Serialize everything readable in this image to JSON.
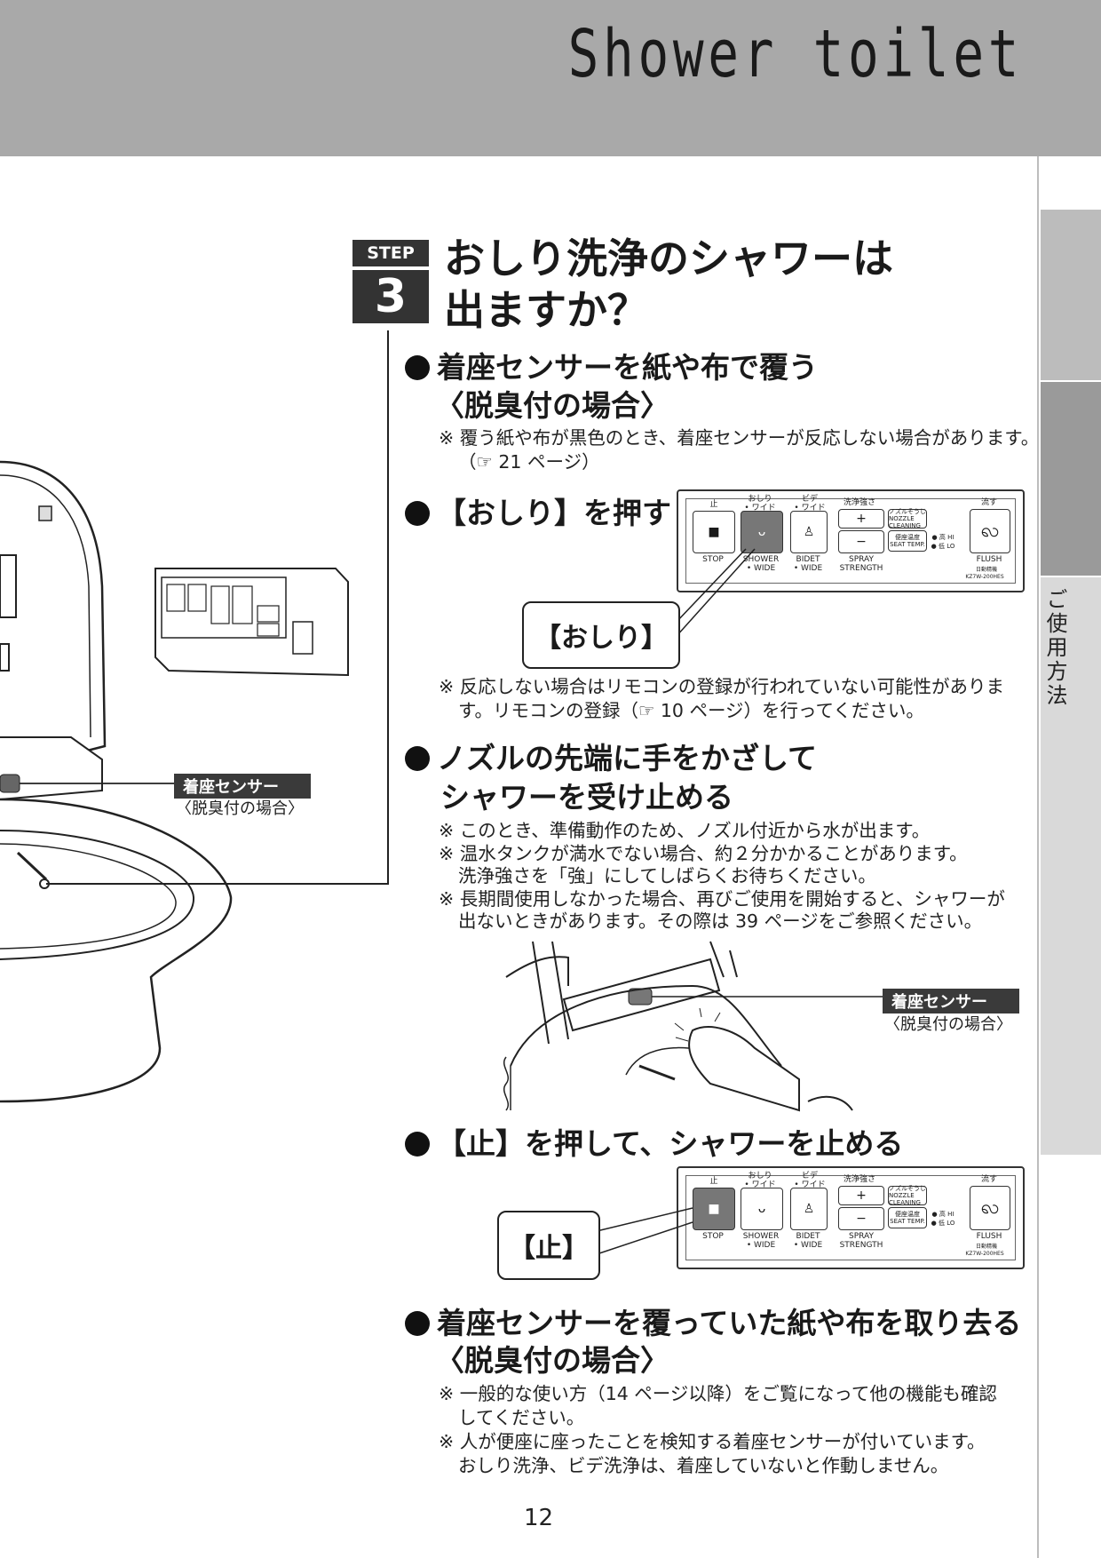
{
  "header": {
    "brand": "Shower toilet"
  },
  "sidebar": {
    "label": "ご使用方法"
  },
  "step": {
    "label": "STEP",
    "number": "3"
  },
  "title": {
    "line1": "おしり洗浄のシャワーは",
    "line2": "出ますか？"
  },
  "sections": {
    "s1": {
      "h1": "着座センサーを紙や布で覆う",
      "h2": "〈脱臭付の場合〉",
      "n1": "※ 覆う紙や布が黒色のとき、着座センサーが反応しない場合があります。",
      "n2": "（☞ 21 ページ）"
    },
    "s2": {
      "h1": "【おしり】を押す",
      "callout": "【おしり】",
      "n1": "※ 反応しない場合はリモコンの登録が行われていない可能性がありま",
      "n2": "す。リモコンの登録（☞ 10 ページ）を行ってください。"
    },
    "s3": {
      "h1": "ノズルの先端に手をかざして",
      "h2": "シャワーを受け止める",
      "n1": "※ このとき、準備動作のため、ノズル付近から水が出ます。",
      "n2": "※ 温水タンクが満水でない場合、約２分かかることがあります。",
      "n3": "洗浄強さを「強」にしてしばらくお待ちください。",
      "n4": "※ 長期間使用しなかった場合、再びご使用を開始すると、シャワーが",
      "n5": "出ないときがあります。その際は 39 ページをご参照ください。"
    },
    "s4": {
      "h1": "【止】を押して、シャワーを止める",
      "callout": "【止】"
    },
    "s5": {
      "h1": "着座センサーを覆っていた紙や布を取り去る",
      "h2": "〈脱臭付の場合〉",
      "n1": "※ 一般的な使い方（14 ページ以降）をご覧になって他の機能も確認",
      "n2": "してください。",
      "n3": "※ 人が便座に座ったことを検知する着座センサーが付いています。",
      "n4": "おしり洗浄、ビデ洗浄は、着座していないと作動しません。"
    }
  },
  "sensor": {
    "tag": "着座センサー",
    "sub": "〈脱臭付の場合〉"
  },
  "remote": {
    "stop_top": "止",
    "stop_bottom": "STOP",
    "oshiri_top": "おしり",
    "oshiri_top2": "• ワイド",
    "oshiri_bottom": "SHOWER",
    "oshiri_bottom2": "• WIDE",
    "bidet_top": "ビデ",
    "bidet_top2": "• ワイド",
    "bidet_bottom": "BIDET",
    "bidet_bottom2": "• WIDE",
    "strength_top": "洗浄強さ",
    "strength_bottom": "SPRAY STRENGTH",
    "plus": "+",
    "minus": "−",
    "nozzle_label": "ノズルそうじ",
    "nozzle_sub": "NOZZLE CLEANING",
    "seat_label": "便座温度",
    "seat_sub": "SEAT TEMP.",
    "hi": "● 高 HI",
    "lo": "● 低 LO",
    "flush_top": "流す",
    "flush_bottom": "FLUSH",
    "maker": "日動精機",
    "model": "KZ7W-200HES"
  },
  "page": {
    "number": "12"
  }
}
